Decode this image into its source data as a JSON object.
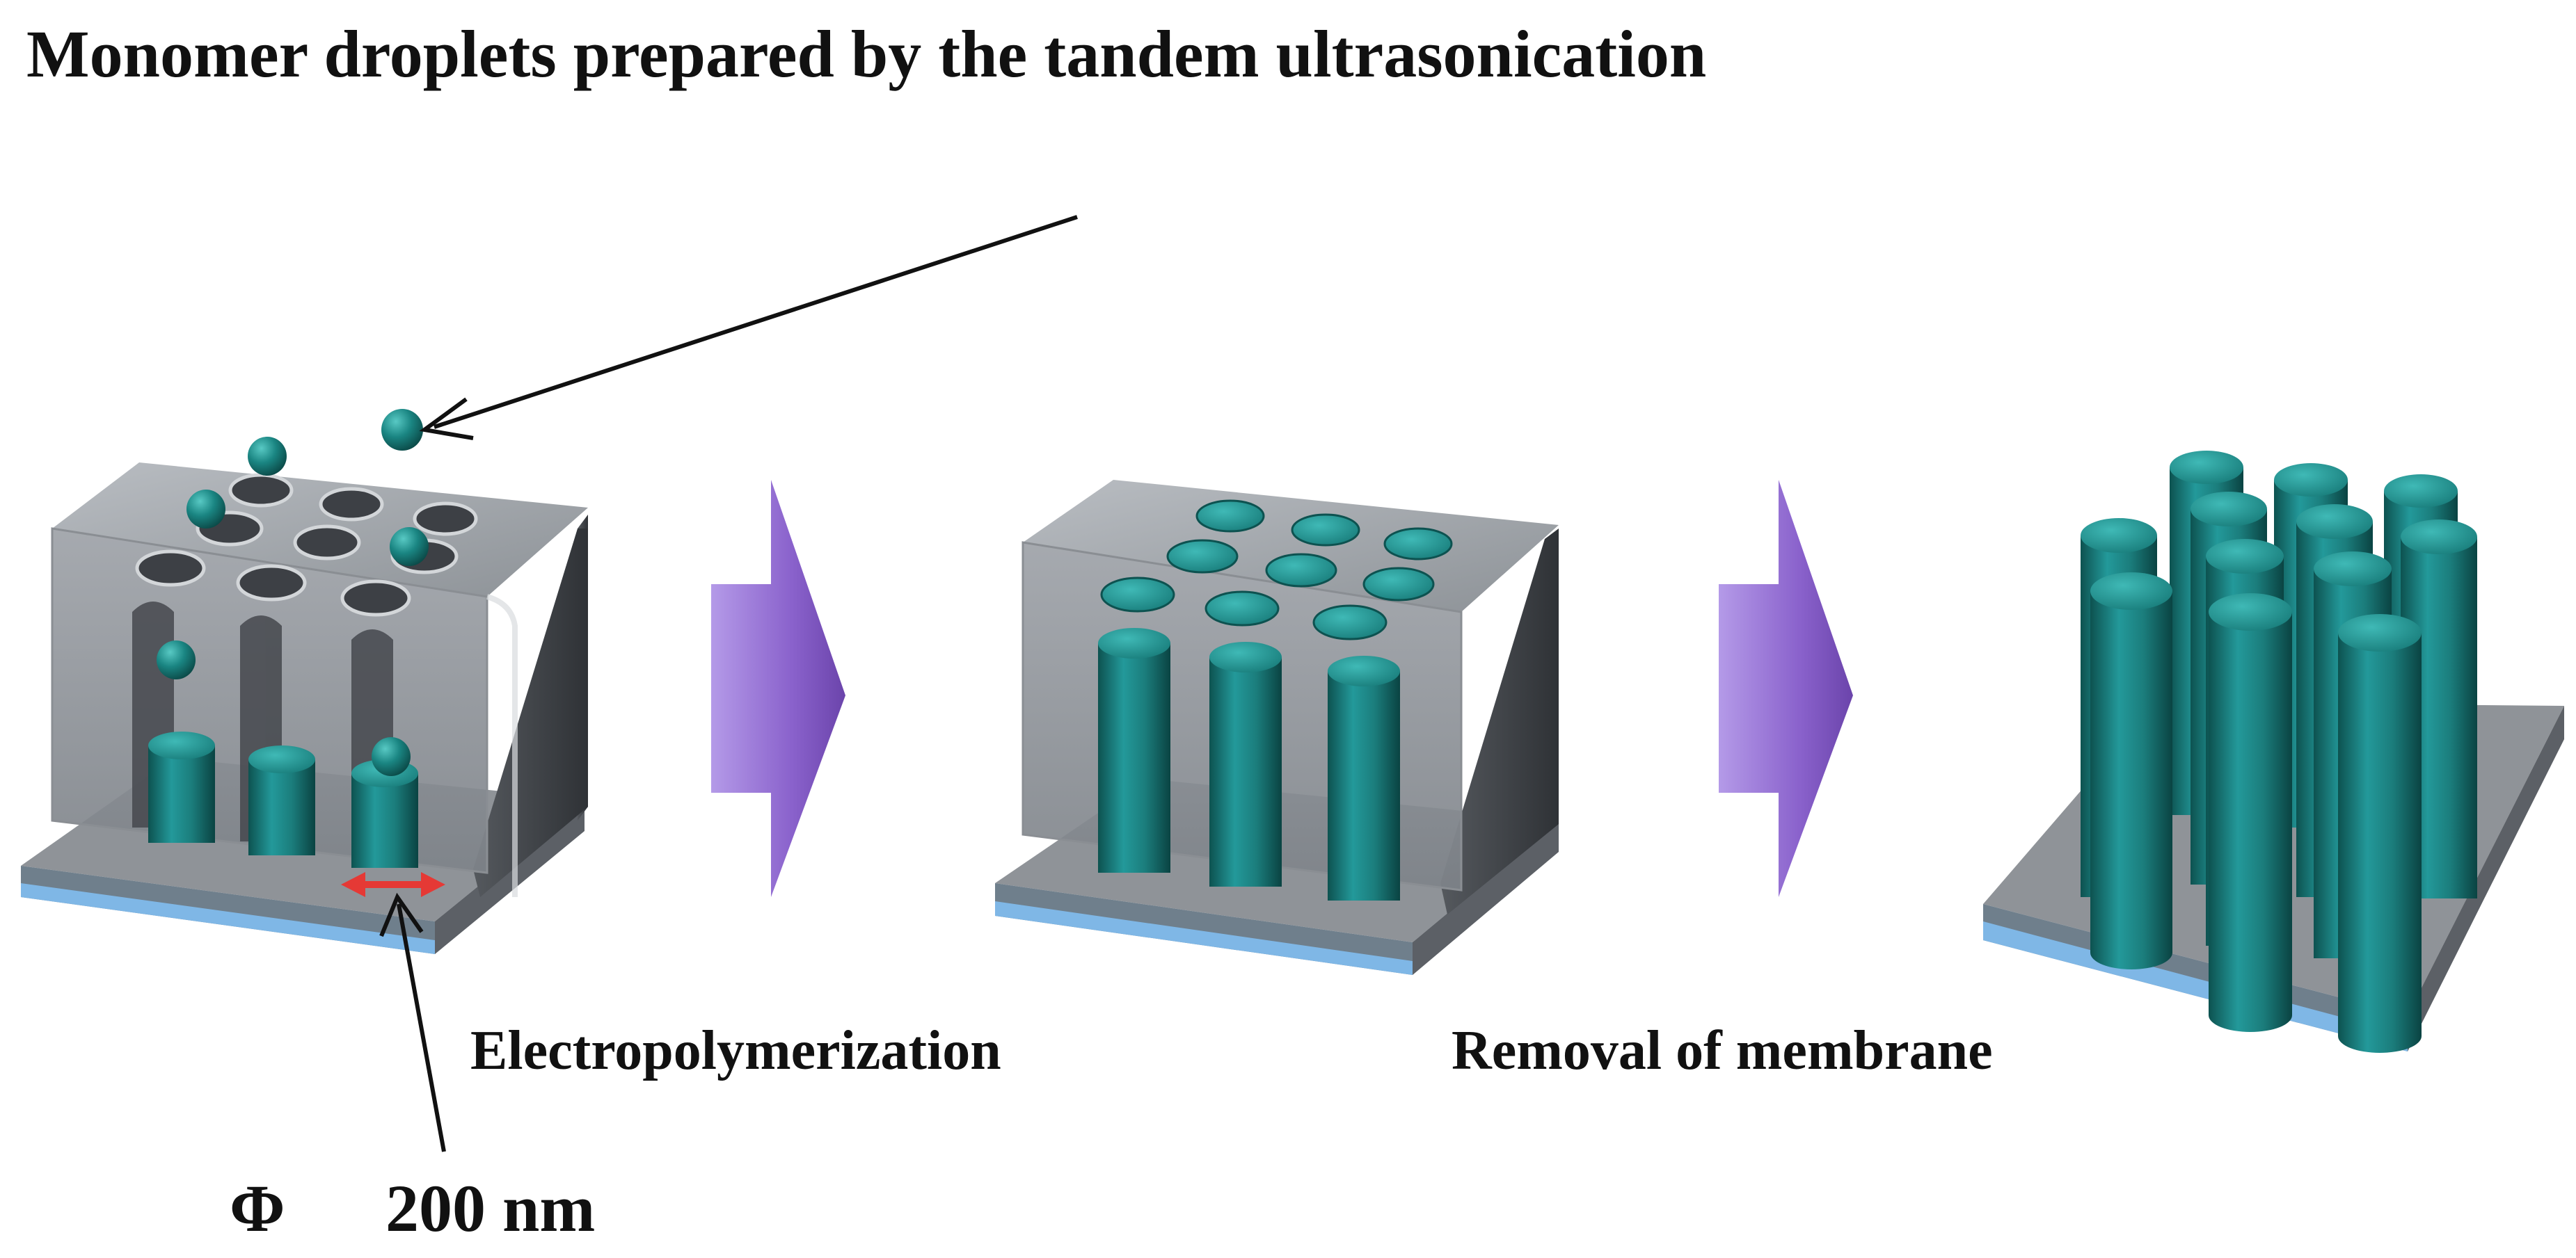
{
  "title": "Monomer droplets prepared by the tandem ultrasonication",
  "steps": {
    "step1_label": "Electropolymerization",
    "step2_label": "Removal of membrane"
  },
  "pore_size": {
    "symbol": "Φ",
    "value": "200 nm"
  },
  "colors": {
    "polymer": "#1f8a88",
    "membrane": "#9a9ea3",
    "electrode": "#7fb7e6",
    "process_arrow": "#8e67c9",
    "dimension_arrow": "#e53935"
  }
}
